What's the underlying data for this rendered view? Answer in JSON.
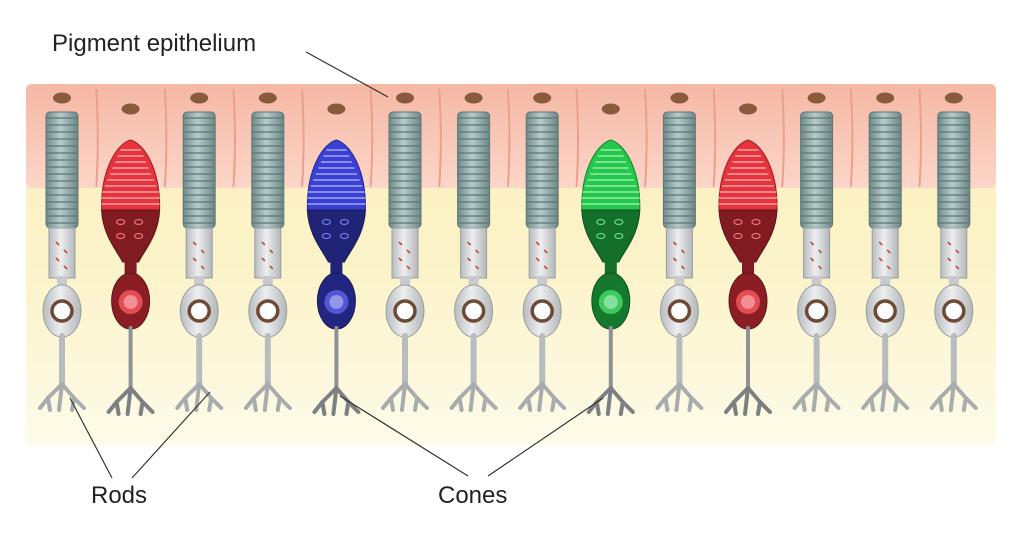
{
  "labels": {
    "pigment": "Pigment epithelium",
    "rods": "Rods",
    "cones": "Cones"
  },
  "cells": [
    {
      "type": "rod"
    },
    {
      "type": "cone",
      "color": "red"
    },
    {
      "type": "rod"
    },
    {
      "type": "rod"
    },
    {
      "type": "cone",
      "color": "blue"
    },
    {
      "type": "rod"
    },
    {
      "type": "rod"
    },
    {
      "type": "rod"
    },
    {
      "type": "cone",
      "color": "green"
    },
    {
      "type": "rod"
    },
    {
      "type": "cone",
      "color": "red"
    },
    {
      "type": "rod"
    },
    {
      "type": "rod"
    },
    {
      "type": "rod"
    }
  ],
  "colors": {
    "red": "#e8323c",
    "blue": "#3a3fd6",
    "green": "#22c94a",
    "rod_stack": "#8fa7a6",
    "rod_body": "#d4d6d8",
    "epithelium": "#f8c6b6",
    "background": "#fbf6d2"
  }
}
